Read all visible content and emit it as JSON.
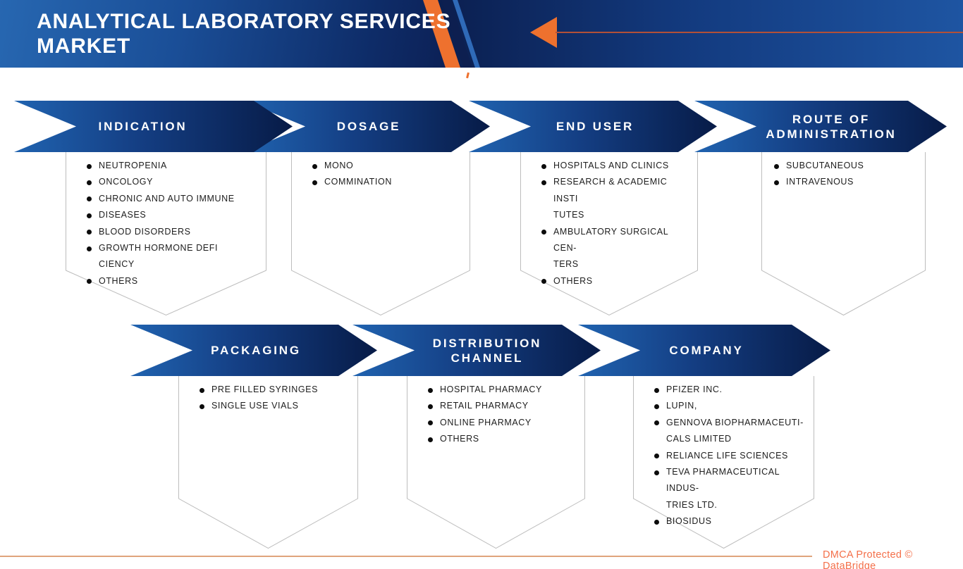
{
  "header": {
    "title": "ANALYTICAL LABORATORY SERVICES\nMARKET"
  },
  "segments": [
    {
      "id": "indication",
      "label": "INDICATION",
      "items": [
        "NEUTROPENIA",
        "ONCOLOGY",
        "CHRONIC AND AUTO IMMUNE",
        "DISEASES",
        "BLOOD DISORDERS",
        "GROWTH HORMONE DEFI\nCIENCY",
        "OTHERS"
      ]
    },
    {
      "id": "dosage",
      "label": "DOSAGE",
      "items": [
        "MONO",
        "COMMINATION"
      ]
    },
    {
      "id": "end-user",
      "label": "END USER",
      "items": [
        "HOSPITALS AND CLINICS",
        "RESEARCH & ACADEMIC INSTI\nTUTES",
        "AMBULATORY SURGICAL CEN-\nTERS",
        "OTHERS"
      ]
    },
    {
      "id": "route-of-administration",
      "label": "ROUTE OF\nADMINISTRATION",
      "items": [
        "SUBCUTANEOUS",
        "INTRAVENOUS"
      ]
    },
    {
      "id": "packaging",
      "label": "PACKAGING",
      "items": [
        "PRE FILLED SYRINGES",
        "SINGLE USE VIALS"
      ]
    },
    {
      "id": "distribution-channel",
      "label": "DISTRIBUTION\nCHANNEL",
      "items": [
        "HOSPITAL PHARMACY",
        "RETAIL PHARMACY",
        "ONLINE PHARMACY",
        "OTHERS"
      ]
    },
    {
      "id": "company",
      "label": "COMPANY",
      "items": [
        "PFIZER INC.",
        "LUPIN,",
        "GENNOVA BIOPHARMACEUTI-\nCALS LIMITED",
        "RELIANCE LIFE SCIENCES",
        "TEVA PHARMACEUTICAL INDUS-\nTRIES LTD.",
        "BIOSIDUS"
      ]
    }
  ],
  "footer": {
    "dmca_label": "DMCA Protected © DataBridge"
  },
  "colors": {
    "accent_orange": "#ee712e",
    "banner_blue": "#2063b0",
    "banner_navy_dark": "#071b47",
    "dmca_orange": "#f4704a"
  }
}
